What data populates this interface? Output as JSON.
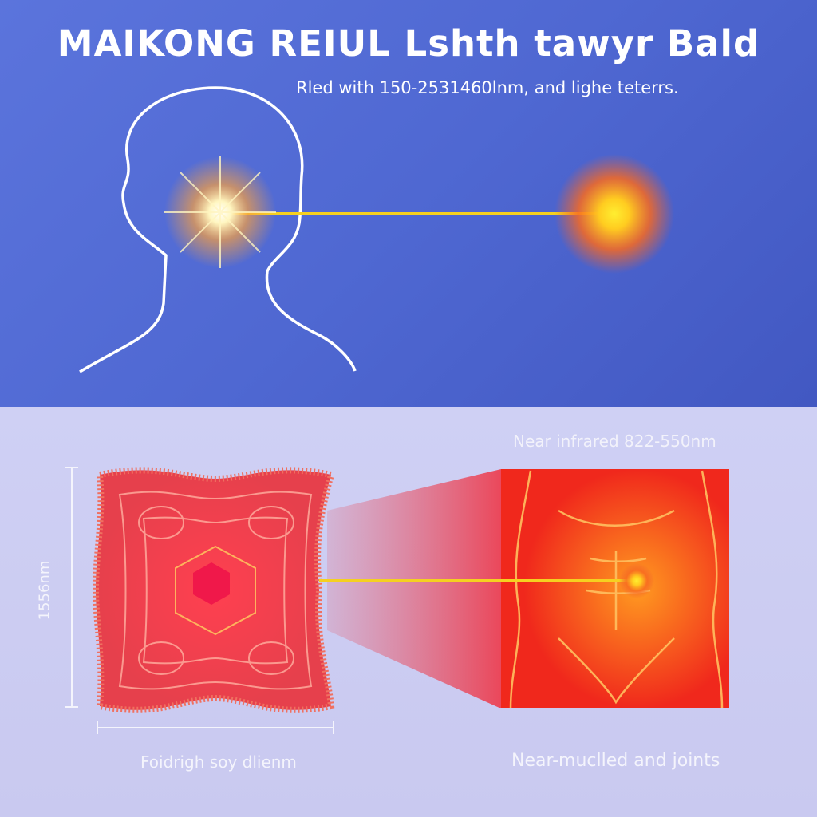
{
  "header": {
    "title": "MAIKONG REIUL Lshth tawyr Bald",
    "subtitle": "Rled with 150-2531460lnm, and lighe teterrs."
  },
  "lower": {
    "band_label": "Near infrared 822-550nm",
    "dimension_label": "1556nm",
    "left_caption": "Foidrigh soy dlienm",
    "right_caption": "Near-muclled and joints"
  },
  "colors": {
    "top_bg": "#4f68d2",
    "bottom_bg": "#cbcbf2",
    "beam": "#f5d020",
    "tissue_red": "#e8323c",
    "body_red": "#f0301c"
  }
}
